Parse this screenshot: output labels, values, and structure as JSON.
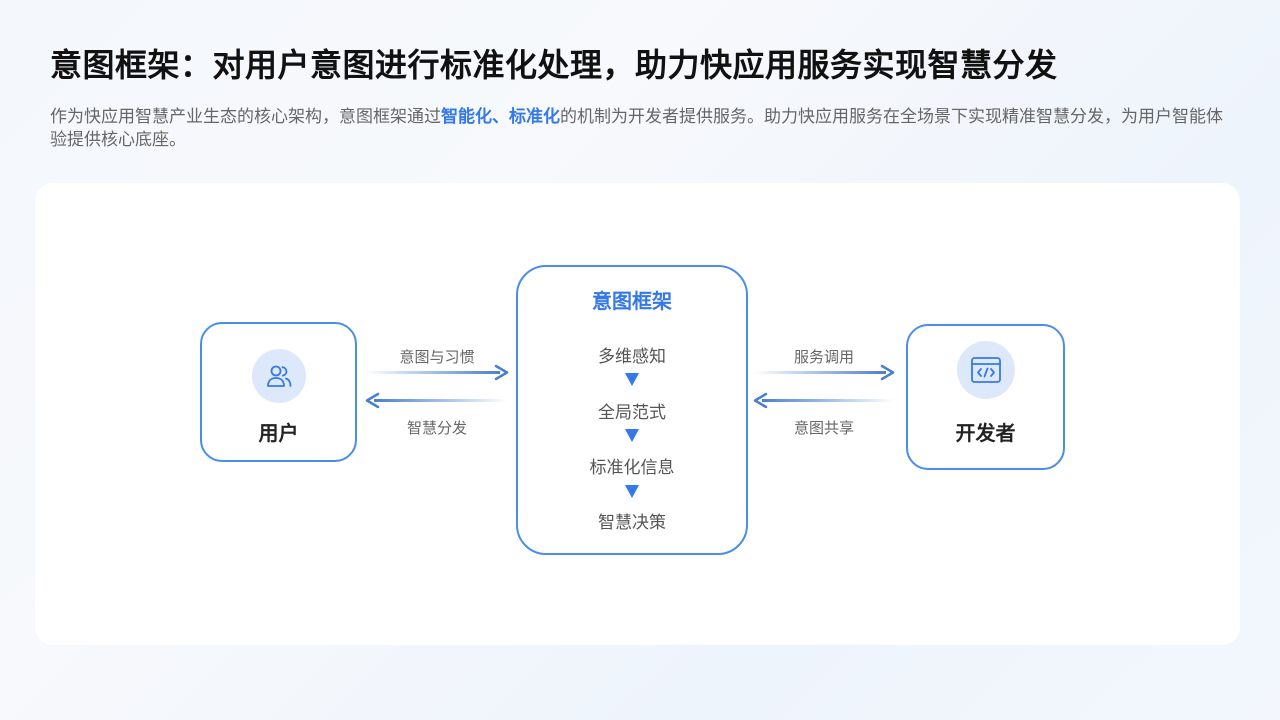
{
  "header": {
    "title": "意图框架：对用户意图进行标准化处理，助力快应用服务实现智慧分发",
    "desc_before": "作为快应用智慧产业生态的核心架构，意图框架通过",
    "desc_highlight": "智能化、标准化",
    "desc_after": "的机制为开发者提供服务。助力快应用服务在全场景下实现精准智慧分发，为用户智能体验提供核心底座。"
  },
  "diagram": {
    "user": {
      "label": "用户",
      "icon": "users-icon"
    },
    "framework": {
      "title": "意图框架",
      "steps": [
        "多维感知",
        "全局范式",
        "标准化信息",
        "智慧决策"
      ]
    },
    "developer": {
      "label": "开发者",
      "icon": "code-window-icon"
    },
    "edges": {
      "user_to_framework": "意图与习惯",
      "framework_to_user": "智慧分发",
      "framework_to_developer": "服务调用",
      "developer_to_framework": "意图共享"
    }
  },
  "colors": {
    "accent": "#3579e6",
    "node_border": "#4a8fe5",
    "arrow": "#4a7fd0",
    "icon_bg": "#dde9fb"
  }
}
